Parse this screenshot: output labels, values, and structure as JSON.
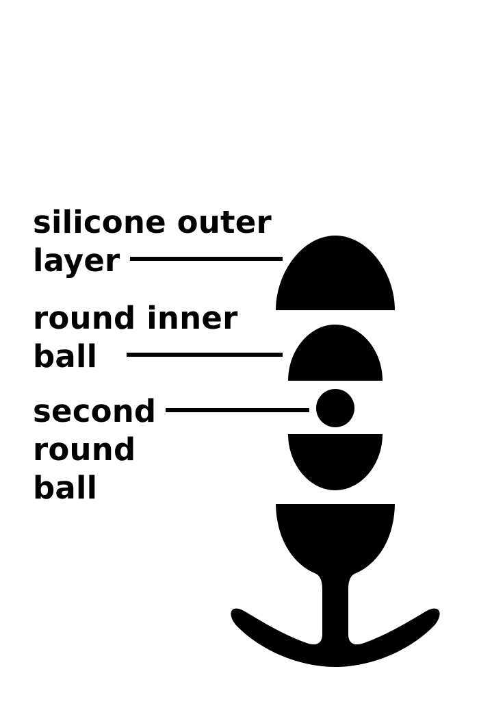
{
  "labels": {
    "outer_layer": {
      "line1": "silicone outer",
      "line2": "layer"
    },
    "inner_ball": {
      "line1": "round inner",
      "line2": "ball"
    },
    "second_ball": {
      "line1": "second",
      "line2": "round",
      "line3": "ball"
    }
  },
  "colors": {
    "ink": "#000000",
    "background": "#ffffff"
  }
}
